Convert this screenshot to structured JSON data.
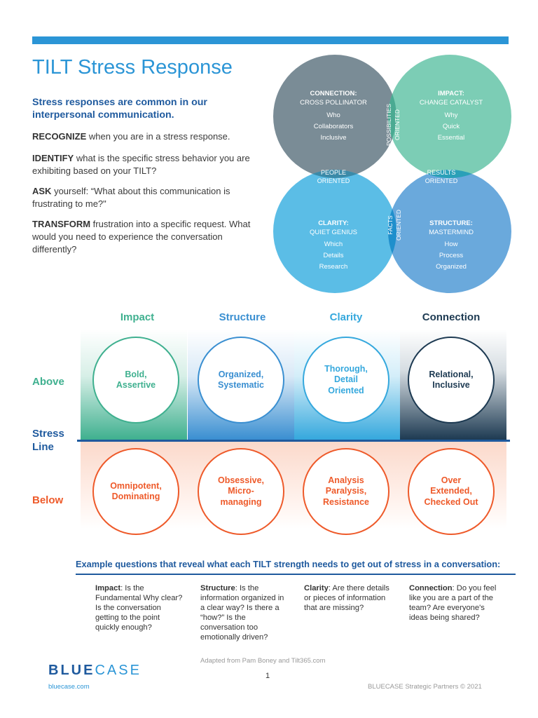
{
  "header": {
    "title": "TILT Stress Response"
  },
  "intro": {
    "lead": "Stress responses are common in our interpersonal communication.",
    "steps": [
      {
        "key": "RECOGNIZE",
        "text": " when you are in a stress response."
      },
      {
        "key": "IDENTIFY",
        "text": " what is the specific stress behavior you are exhibiting based on your TILT?"
      },
      {
        "key": "ASK",
        "text": " yourself: “What about this communication is frustrating to me?\""
      },
      {
        "key": "TRANSFORM",
        "text": " frustration into a specific request. What would you need to experience the conversation differently?"
      }
    ]
  },
  "venn": {
    "connection": {
      "title": "CONNECTION:",
      "sub": "CROSS POLLINATOR",
      "words": [
        "Who",
        "Collaborators",
        "Inclusive"
      ]
    },
    "impact": {
      "title": "IMPACT:",
      "sub": "CHANGE CATALYST",
      "words": [
        "Why",
        "Quick",
        "Essential"
      ]
    },
    "clarity": {
      "title": "CLARITY:",
      "sub": "QUIET GENIUS",
      "words": [
        "Which",
        "Details",
        "Research"
      ]
    },
    "structure": {
      "title": "STRUCTURE:",
      "sub": "MASTERMIND",
      "words": [
        "How",
        "Process",
        "Organized"
      ]
    },
    "possibilities": [
      "POSSIBILITIES",
      "ORIENTED"
    ],
    "facts": [
      "FACTS",
      "ORIENTED"
    ],
    "people": [
      "PEOPLE",
      "ORIENTED"
    ],
    "results": [
      "RESULTS",
      "ORIENTED"
    ],
    "colors": {
      "connection": "#7a8c96",
      "impact": "#7ccdb5",
      "clarity": "#5bbde6",
      "structure": "#6aa9dc"
    }
  },
  "grid": {
    "columns": [
      {
        "name": "Impact",
        "color": "#3fb08f",
        "above": "Bold,\nAssertive",
        "below": "Omnipotent,\nDominating"
      },
      {
        "name": "Structure",
        "color": "#3a8fd1",
        "above": "Organized,\nSystematic",
        "below": "Obsessive,\nMicro-\nmanaging"
      },
      {
        "name": "Clarity",
        "color": "#35a8dd",
        "above": "Thorough,\nDetail\nOriented",
        "below": "Analysis\nParalysis,\nResistance"
      },
      {
        "name": "Connection",
        "color": "#1d3a52",
        "above": "Relational,\nInclusive",
        "below": "Over\nExtended,\nChecked Out"
      }
    ],
    "rows": {
      "above": "Above",
      "stress1": "Stress",
      "stress2": "Line",
      "below": "Below"
    },
    "below_color": "#ee5a2a",
    "row_color_above": "#3fb08f",
    "row_color_stress": "#1f5a9e"
  },
  "examples": {
    "heading": "Example questions that reveal what each TILT strength needs to get out of stress in a conversation:",
    "items": [
      {
        "key": "Impact",
        "text": ": Is the Fundamental Why clear? Is the conversation getting to the point quickly enough?"
      },
      {
        "key": "Structure",
        "text": ": Is the information organized in a clear way? Is there a “how?” Is the conversation too emotionally driven?"
      },
      {
        "key": "Clarity",
        "text": ": Are there details or pieces of information that are missing?"
      },
      {
        "key": "Connection",
        "text": ": Do you feel like you are a part of the team? Are everyone's ideas being shared?"
      }
    ]
  },
  "footer": {
    "adapted": "Adapted from Pam Boney and Tilt365.com",
    "page": "1",
    "logo_blue": "BLUE",
    "logo_case": "CASE",
    "site": "bluecase.com",
    "copyright": "BLUECASE Strategic Partners © 2021"
  }
}
